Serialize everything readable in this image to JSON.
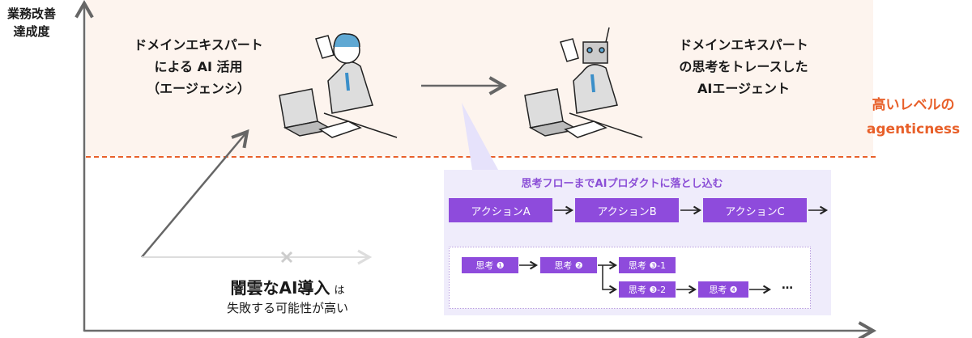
{
  "axes": {
    "y_label_line1": "業務改善",
    "y_label_line2": "達成度"
  },
  "left_scenario": {
    "line1": "ドメインエキスパート",
    "line2": "による AI 活用",
    "line3": "（エージェンシ）",
    "illustration": "person-multitasking-illustration"
  },
  "right_scenario": {
    "line1": "ドメインエキスパート",
    "line2": "の思考をトレースした",
    "line3": "AIエージェント",
    "illustration": "robot-multitasking-illustration"
  },
  "threshold": {
    "line1": "高いレベルの",
    "line2": "agenticness",
    "color": "#e8602a"
  },
  "risk": {
    "main": "闇雲なAI導入",
    "suffix": "は",
    "line2": "失敗する可能性が高い"
  },
  "flow": {
    "title": "思考フローまでAIプロダクトに落とし込む",
    "actions": [
      "アクションA",
      "アクションB",
      "アクションC"
    ],
    "thoughts": [
      "思考 ❶",
      "思考 ❷",
      "思考 ❸-1",
      "思考 ❸-2",
      "思考 ❹"
    ],
    "ellipsis": "…",
    "accent": "#8e4bdc"
  }
}
